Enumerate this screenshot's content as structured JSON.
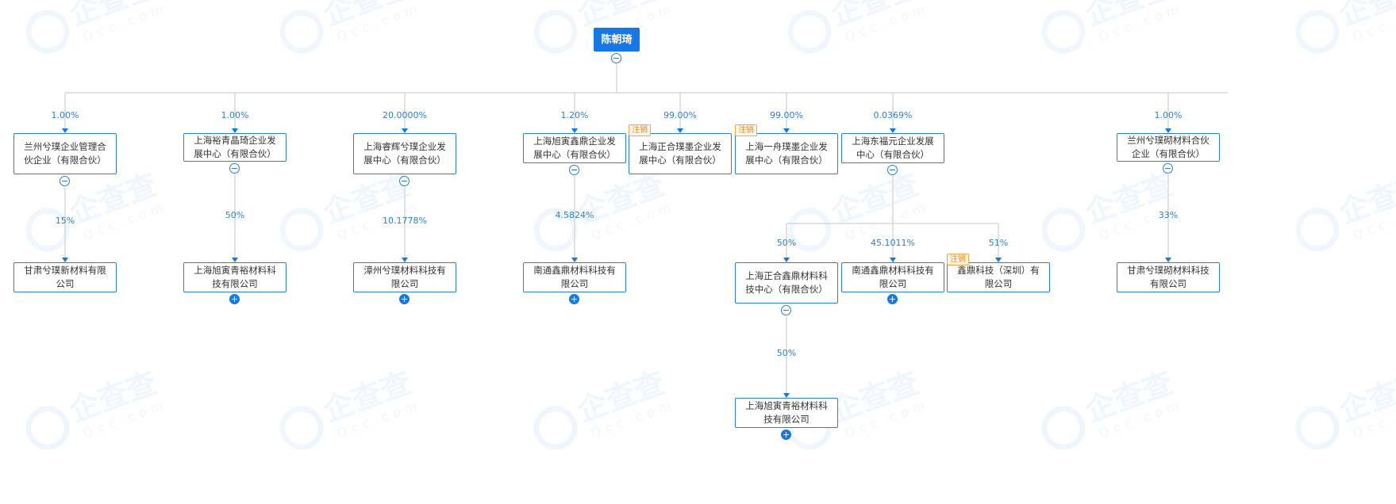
{
  "root": {
    "name": "陈朝琦"
  },
  "nodes": [
    {
      "name": "兰州兮璞企业管理合伙企业（有限合伙）",
      "share": "1.00%"
    },
    {
      "name": "上海裕青晶琦企业发展中心（有限合伙）",
      "share": "1.00%"
    },
    {
      "name": "上海睿辉兮璞企业发展中心（有限合伙）",
      "share": "20.0000%"
    },
    {
      "name": "上海旭寅鑫鼎企业发展中心（有限合伙）",
      "share": "1.20%"
    },
    {
      "name": "上海正合璞墨企业发展中心（有限合伙）",
      "share": "99.00%",
      "badge": "注销"
    },
    {
      "name": "上海一舟璞墨企业发展中心（有限合伙）",
      "share": "99.00%",
      "badge": "注销"
    },
    {
      "name": "上海东福元企业发展中心（有限合伙）",
      "share": "0.0369%"
    },
    {
      "name": "兰州兮璞砌材料合伙企业（有限合伙）",
      "share": "1.00%"
    },
    {
      "name": "甘肃兮璞新材料有限公司",
      "share": "15%"
    },
    {
      "name": "上海旭寅青裕材料科技有限公司",
      "share": "50%"
    },
    {
      "name": "漳州兮璞材料科技有限公司",
      "share": "10.1778%"
    },
    {
      "name": "南通鑫鼎材料科技有限公司",
      "share": "4.5824%"
    },
    {
      "name": "上海正合鑫鼎材料科技中心（有限合伙）",
      "share": "50%"
    },
    {
      "name": "南通鑫鼎材料科技有限公司",
      "share": "45.1011%"
    },
    {
      "name": "鑫鼎科技（深圳）有限公司",
      "share": "51%",
      "badge": "注销"
    },
    {
      "name": "甘肃兮璞砌材料科技有限公司",
      "share": "33%"
    },
    {
      "name": "上海旭寅青裕材料科技有限公司",
      "share": "50%"
    }
  ],
  "watermark": {
    "brand": "企查查",
    "domain": "Qcc.com"
  },
  "colors": {
    "accent": "#1677e6",
    "line": "#d9d9d9",
    "badge": "#f08a1c"
  }
}
